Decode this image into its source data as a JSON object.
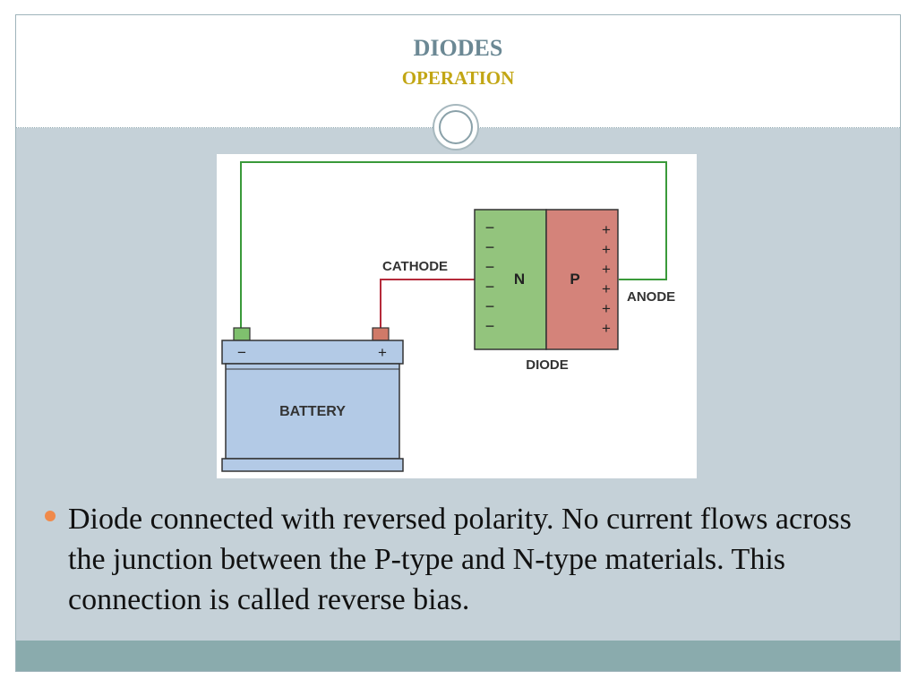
{
  "title": {
    "main": "DIODES",
    "sub": "OPERATION"
  },
  "diagram": {
    "labels": {
      "cathode": "CATHODE",
      "anode": "ANODE",
      "n_region": "N",
      "p_region": "P",
      "diode": "DIODE",
      "battery": "BATTERY",
      "battery_negative": "−",
      "battery_positive": "+",
      "minus": "−",
      "plus": "+"
    },
    "colors": {
      "n_region": "#93c47d",
      "p_region": "#d4837a",
      "battery_body": "#b3cae6",
      "wire_negative": "#3a9a3a",
      "wire_positive": "#b52a3a",
      "terminal_negative": "#7fc06e",
      "terminal_positive": "#d07a68"
    }
  },
  "bullet": {
    "text": "Diode connected with reversed polarity. No current flows across the junction between the P-type and N-type materials. This connection is called reverse bias."
  }
}
